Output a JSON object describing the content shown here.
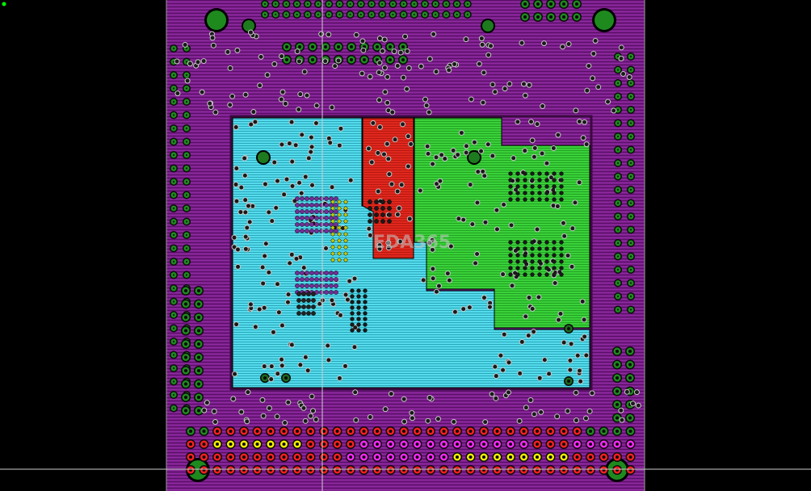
{
  "watermark": "EDA365",
  "colors": {
    "background": "#000000",
    "board_outline": "#9a9a9a",
    "board_fill": "#7a1e8a",
    "board_hatch": "#5b1068",
    "copper_cyan": "#4fd6e8",
    "copper_cyan_hatch": "#2aa9bb",
    "copper_green": "#3ad13a",
    "copper_green_hatch": "#22a322",
    "copper_red": "#e0281e",
    "copper_red_hatch": "#b8180f",
    "pad_green": "#1e8a1e",
    "pad_dark": "#0a2a0a",
    "via_ring": "#c8c8c8",
    "pad_yellow": "#f5f000",
    "pad_magenta": "#ff28ff",
    "pad_red": "#ff2020",
    "crosshair": "#cfcfcf",
    "origin_marker": "#00ff00"
  },
  "layers": [
    {
      "name": "board-outline-layer",
      "icon": "board-outline-icon"
    },
    {
      "name": "cyan-copper-pour",
      "icon": "copper-pour-icon"
    },
    {
      "name": "green-copper-pour",
      "icon": "copper-pour-icon"
    },
    {
      "name": "red-copper-pour",
      "icon": "copper-pour-icon"
    },
    {
      "name": "pad-rows",
      "icon": "pad-icon"
    },
    {
      "name": "via-field",
      "icon": "via-icon"
    },
    {
      "name": "mounting-holes",
      "icon": "mounting-hole-icon"
    }
  ]
}
